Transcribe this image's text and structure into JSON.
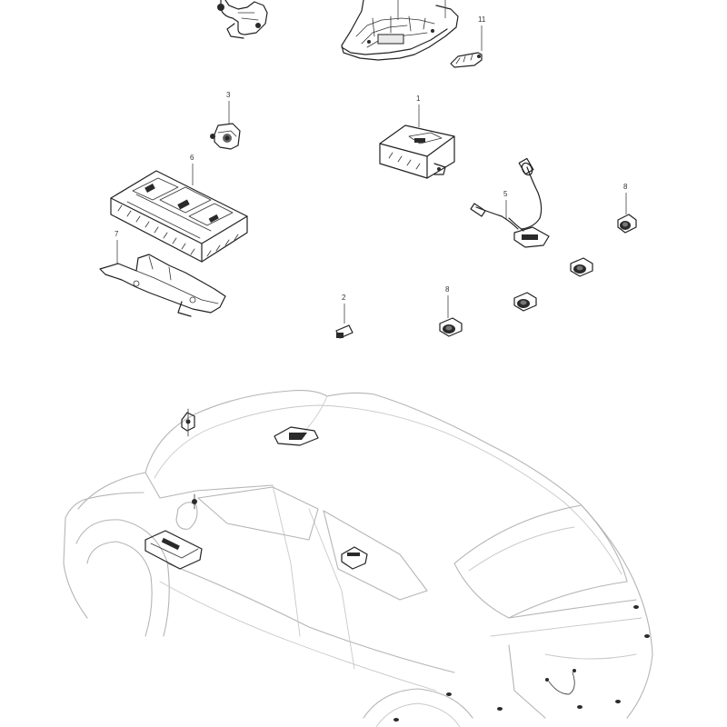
{
  "callouts": {
    "part_1": "1",
    "part_2": "2",
    "part_3": "3",
    "part_5": "5",
    "part_6": "6",
    "part_7": "7",
    "part_8a": "8",
    "part_8b": "8",
    "part_11": "11"
  },
  "icons": [
    "control-module-icon",
    "sensor-icon",
    "wiring-harness-icon",
    "bracket-icon",
    "camera-icon",
    "vehicle-outline-icon"
  ]
}
